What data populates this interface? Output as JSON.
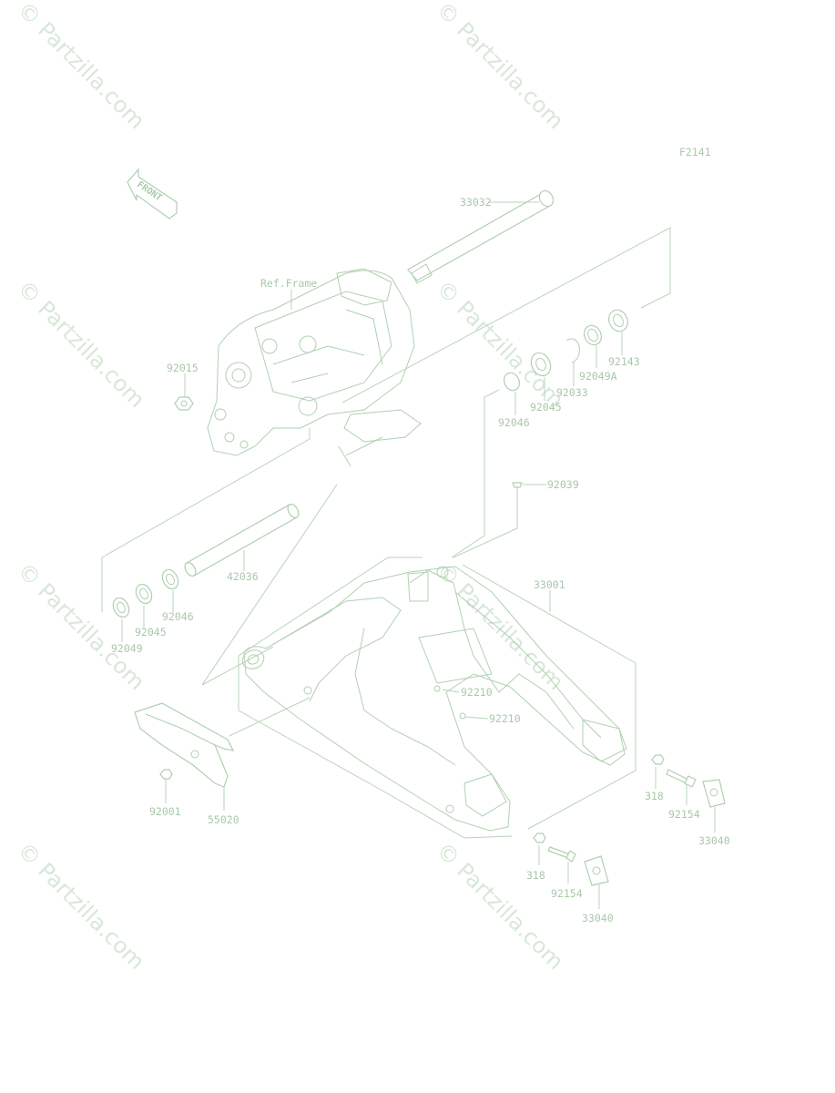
{
  "diagram": {
    "code": "F2141",
    "front_arrow": "FRONT",
    "watermark": "© Partzilla.com",
    "labels": {
      "ref_frame": "Ref.Frame",
      "p33032": "33032",
      "p92015": "92015",
      "p92143": "92143",
      "p92049A": "92049A",
      "p92033": "92033",
      "p92045a": "92045",
      "p92046a": "92046",
      "p92039": "92039",
      "p42036": "42036",
      "p92046b": "92046",
      "p92045b": "92045",
      "p92049": "92049",
      "p33001": "33001",
      "p92210a": "92210",
      "p92210b": "92210",
      "p92001": "92001",
      "p55020": "55020",
      "p318a": "318",
      "p92154a": "92154",
      "p33040a": "33040",
      "p318b": "318",
      "p92154b": "92154",
      "p33040b": "33040"
    }
  }
}
